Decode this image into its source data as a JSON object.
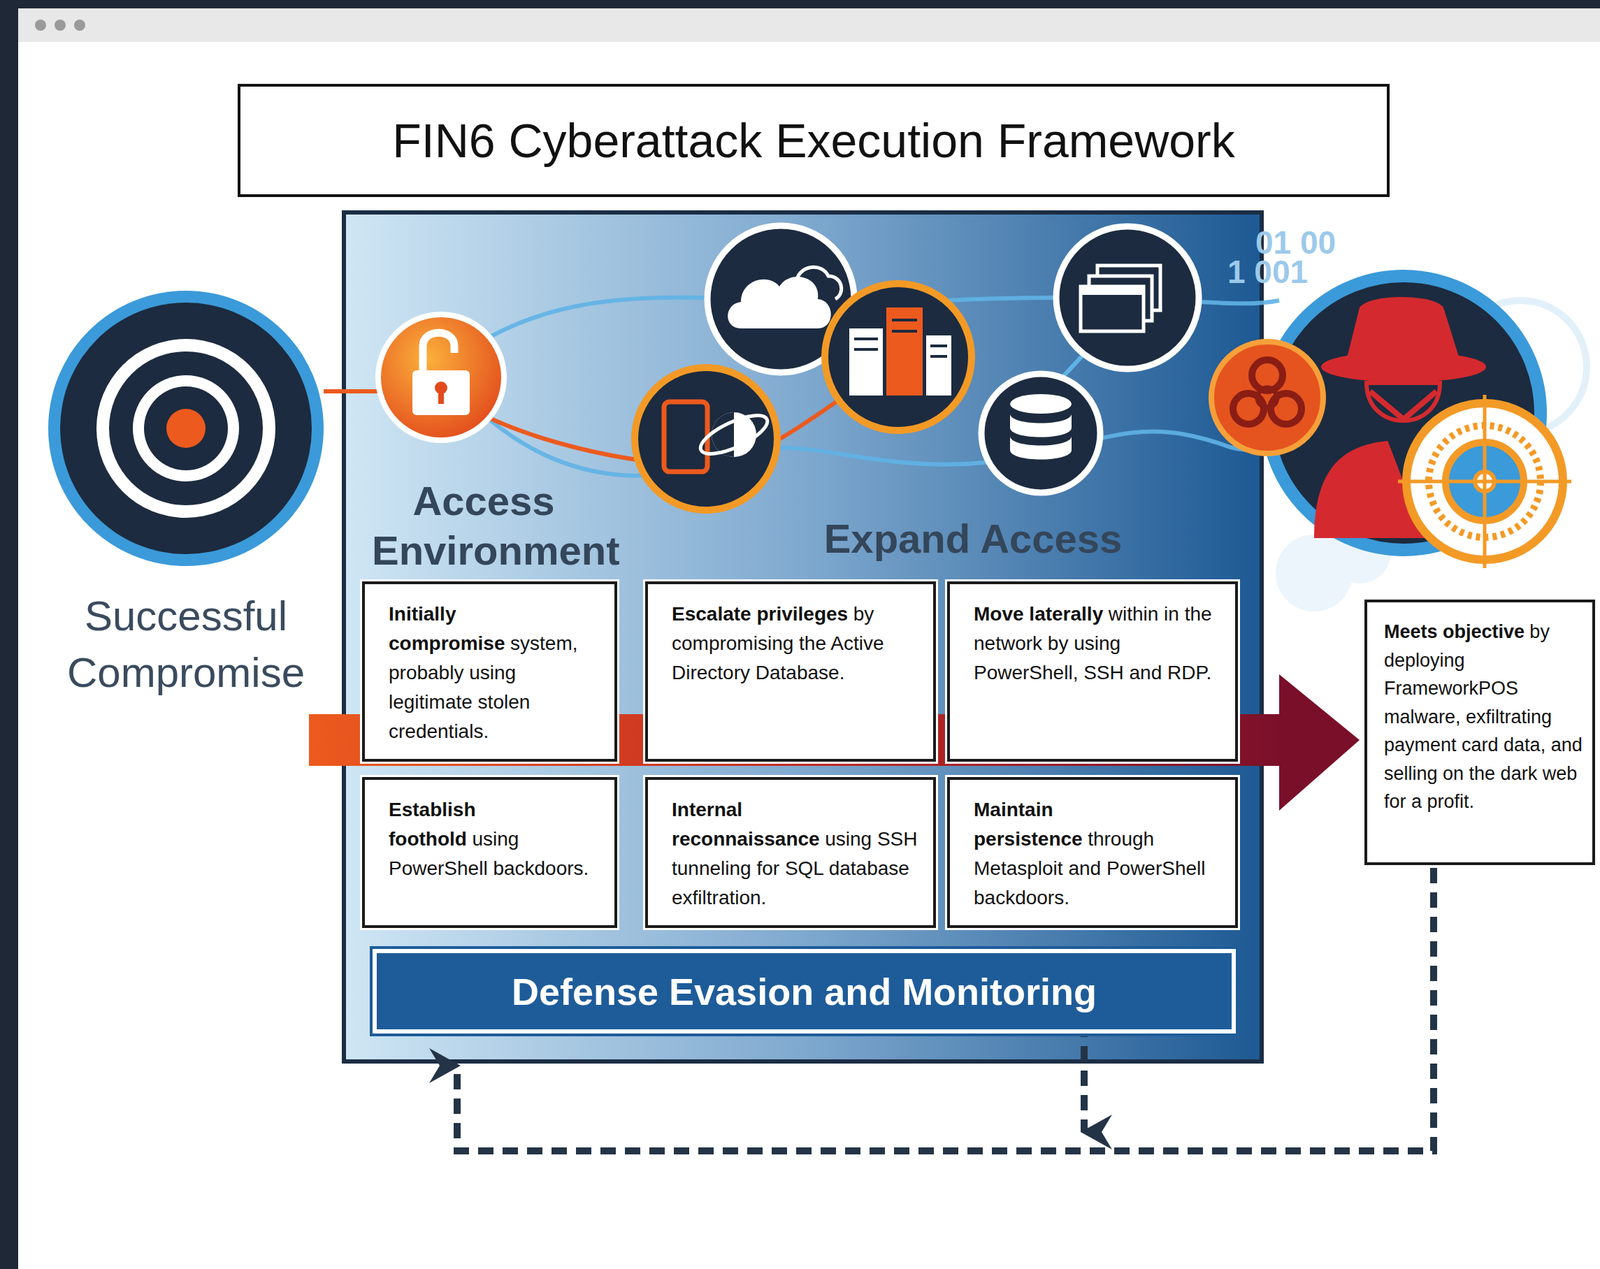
{
  "diagram": {
    "title": "FIN6 Cyberattack Execution Framework",
    "nodes": [
      {
        "text": [
          "Successful Compromise"
        ]
      },
      {
        "text": [
          "Access Environment",
          "Expand Access"
        ]
      },
      {
        "text": [
          "Initially compromise",
          "system, probably using legitimate stolen credentials."
        ],
        "in": 1
      },
      {
        "text": [
          "Escalate privileges",
          "by compromising the Active Directory Database."
        ],
        "in": 1
      },
      {
        "text": [
          "Move laterally",
          "within in the network by using PowerShell, SSH and RDP."
        ],
        "in": 1
      },
      {
        "text": [
          "Establish foothold",
          "using PowerShell backdoors."
        ],
        "in": 1
      },
      {
        "text": [
          "Internal reconnaissance",
          "using SSH tunneling for SQL database exfiltration."
        ],
        "in": 1
      },
      {
        "text": [
          "Maintain persistence",
          "through Metasploit and PowerShell backdoors."
        ],
        "in": 1
      },
      {
        "text": [
          "Defense Evasion and Monitoring"
        ],
        "in": 1
      },
      {
        "text": [
          "Meets objective",
          "by deploying FrameworkPOS malware, exfiltrating payment card data, and selling on the dark web for a profit."
        ]
      }
    ],
    "edges": [
      {
        "from": 9,
        "to": 1,
        "arrow": "to"
      }
    ],
    "labels": [
      "01 00",
      "1 001"
    ]
  }
}
